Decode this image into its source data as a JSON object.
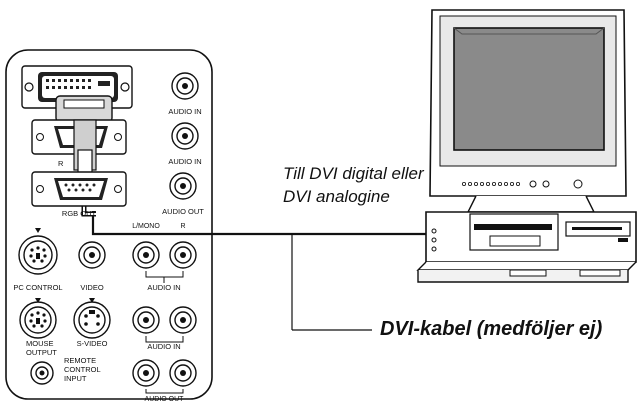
{
  "panel": {
    "labels": {
      "audio_in_1": "AUDIO IN",
      "audio_in_2": "AUDIO IN",
      "rgb_in_partial": "R",
      "rgb_out": "RGB OUT",
      "audio_out_1": "AUDIO OUT",
      "lmono": "L/MONO",
      "r": "R",
      "pc_control": "PC CONTROL",
      "video": "VIDEO",
      "audio_in_3": "AUDIO IN",
      "mouse_output_1": "MOUSE",
      "mouse_output_2": "OUTPUT",
      "s_video": "S-VIDEO",
      "audio_in_4": "AUDIO IN",
      "remote_1": "REMOTE",
      "remote_2": "CONTROL",
      "remote_3": "INPUT",
      "audio_out_2": "AUDIO OUT"
    }
  },
  "captions": {
    "dvi_target_line1": "Till DVI digital eller",
    "dvi_target_line2": "DVI analogine",
    "dvi_cable": "DVI-kabel (medföljer ej)"
  },
  "colors": {
    "line": "#111111",
    "screen": "#8a8a8a",
    "panel_fill": "#ffffff"
  }
}
